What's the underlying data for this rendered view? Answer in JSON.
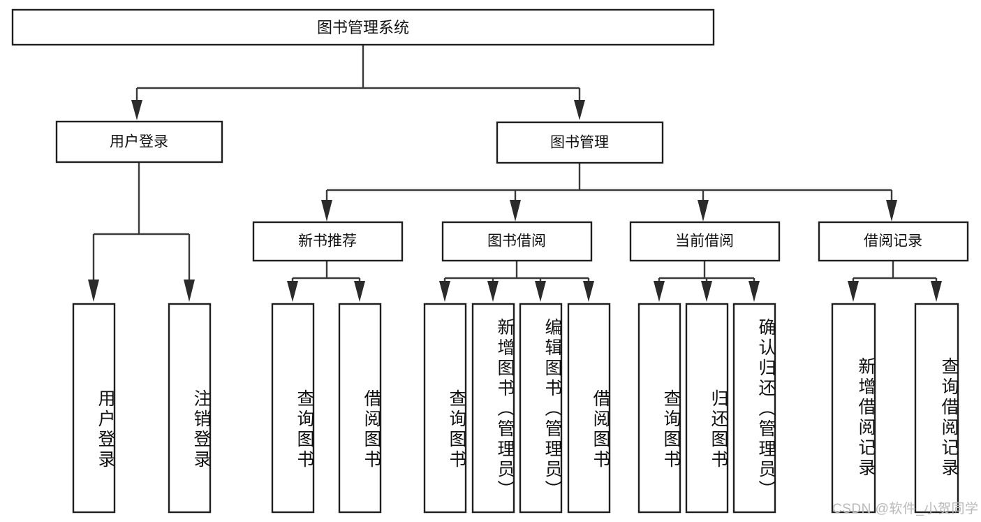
{
  "diagram": {
    "type": "tree-hierarchy",
    "title": "图书管理系统",
    "orientation": "top-down",
    "colors": {
      "box_stroke": "#1f1f1f",
      "box_fill": "#ffffff",
      "connector": "#3a3a3a",
      "text": "#111111",
      "watermark": "#b9b9b9",
      "background": "#ffffff"
    },
    "root": {
      "label": "图书管理系统"
    },
    "level2": [
      {
        "label": "用户登录"
      },
      {
        "label": "图书管理"
      }
    ],
    "level3": [
      {
        "label": "新书推荐"
      },
      {
        "label": "图书借阅"
      },
      {
        "label": "当前借阅"
      },
      {
        "label": "借阅记录"
      }
    ],
    "leaves": {
      "user_login": [
        {
          "label": "用户登录"
        },
        {
          "label": "注销登录"
        }
      ],
      "new_book_recommend": [
        {
          "label": "查询图书"
        },
        {
          "label": "借阅图书"
        }
      ],
      "book_borrow": [
        {
          "label": "查询图书"
        },
        {
          "label": "新增图书（管理员）"
        },
        {
          "label": "编辑图书（管理员）"
        },
        {
          "label": "借阅图书"
        }
      ],
      "current_borrow": [
        {
          "label": "查询图书"
        },
        {
          "label": "归还图书"
        },
        {
          "label": "确认归还（管理员）"
        }
      ],
      "borrow_record": [
        {
          "label": "新增借阅记录"
        },
        {
          "label": "查询借阅记录"
        }
      ]
    }
  },
  "watermark": {
    "text": "CSDN @软件_小贺同学"
  }
}
